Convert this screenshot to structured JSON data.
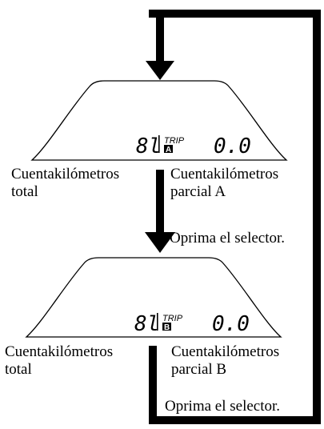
{
  "display_a": {
    "total_label": "Cuentakilómetros\ntotal",
    "trip_label": "Cuentakilómetros\nparcial A",
    "odo_digits": "8l",
    "trip_word": "TRIP",
    "trip_letter": "A",
    "trip_value": "0.0"
  },
  "display_b": {
    "total_label": "Cuentakilómetros\ntotal",
    "trip_label": "Cuentakilómetros\nparcial B",
    "odo_digits": "8l",
    "trip_word": "TRIP",
    "trip_letter": "B",
    "trip_value": "0.0"
  },
  "steps": {
    "press_selector_1": "Oprima el selector.",
    "press_selector_2": "Oprima el selector."
  },
  "colors": {
    "ink": "#000000",
    "background": "#ffffff"
  }
}
